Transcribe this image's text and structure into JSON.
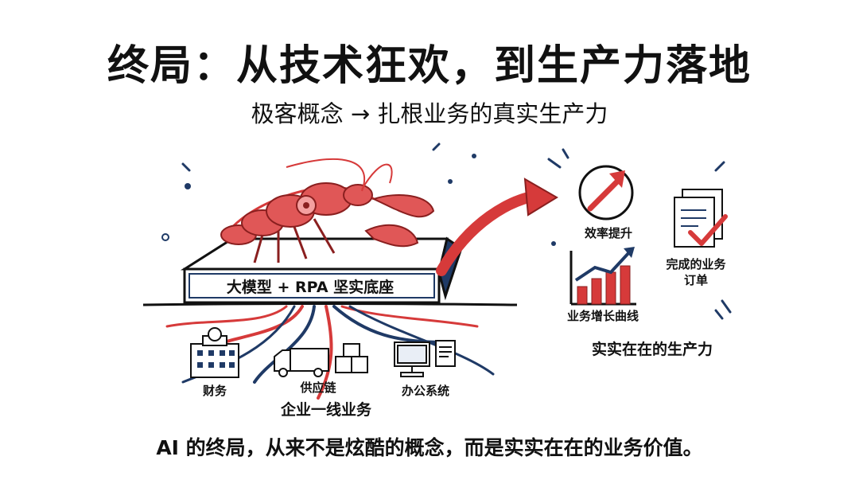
{
  "title": "终局：从技术狂欢，到生产力落地",
  "subtitle": "极客概念 → 扎根业务的真实生产力",
  "platform_label": "大模型 + RPA 坚实底座",
  "roots": {
    "finance": "财务",
    "supply_chain": "供应链",
    "office": "办公系统",
    "caption": "企业一线业务"
  },
  "outcomes": {
    "efficiency": "效率提升",
    "orders": "完成的业务\n订单",
    "growth": "业务增长曲线",
    "caption": "实实在在的生产力"
  },
  "footer": "AI 的终局，从来不是炫酷的概念，而是实实在在的业务价值。",
  "colors": {
    "red": "#d63a3a",
    "navy": "#1f3a66"
  },
  "icons": [
    "lobster-icon",
    "gear-icon",
    "building-icon",
    "truck-icon",
    "boxes-icon",
    "computer-icon",
    "document-icon",
    "up-arrow-icon",
    "checkmark-icon",
    "bar-chart-icon"
  ]
}
